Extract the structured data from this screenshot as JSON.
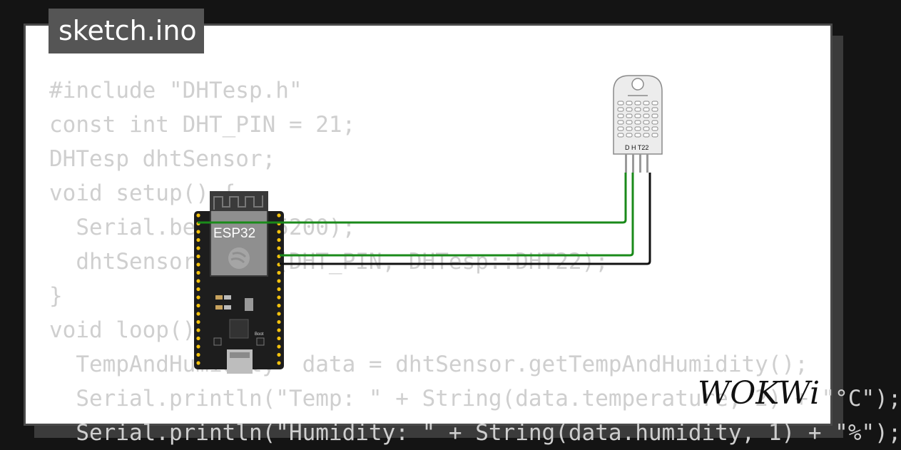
{
  "file_tab": {
    "title": "sketch.ino"
  },
  "code_lines": [
    "#include \"DHTesp.h\"",
    "const int DHT_PIN = 21;",
    "DHTesp dhtSensor;",
    "void setup() {",
    "  Serial.begin(115200);",
    "  dhtSensor.setup(DHT_PIN, DHTesp::DHT22);",
    "}",
    "void loop() {",
    "  TempAndHumidity  data = dhtSensor.getTempAndHumidity();",
    "  Serial.println(\"Temp: \" + String(data.temperature, 2) + \"°C\");",
    "  Serial.println(\"Humidity: \" + String(data.humidity, 1) + \"%\");"
  ],
  "board": {
    "label": "ESP32",
    "boot_label": "Boot"
  },
  "sensor": {
    "label": "D H T22"
  },
  "brand": {
    "logo_text": "WOKWi"
  },
  "colors": {
    "wire_green": "#1a8a1a",
    "wire_black": "#111111",
    "board": "#1d1d1d",
    "pin": "#f4c20d"
  }
}
